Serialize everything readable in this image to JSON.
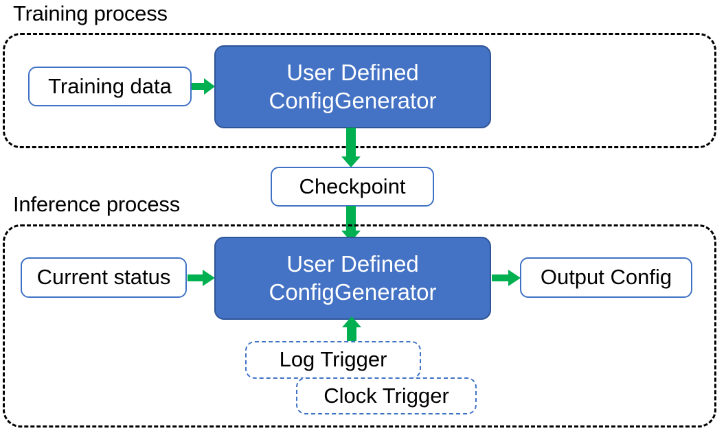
{
  "diagram": {
    "title_visible": false,
    "colors": {
      "accent_blue_fill": "#4472C4",
      "node_outline_blue": "#3F72C4",
      "arrow_green": "#00B050",
      "group_outline": "#000000",
      "text_dark": "#000000",
      "text_light": "#FFFFFF",
      "background": "#FFFFFF"
    },
    "sections": [
      {
        "id": "training",
        "label": "Training process"
      },
      {
        "id": "inference",
        "label": "Inference process"
      }
    ],
    "nodes": {
      "training_data": "Training data",
      "config_generator_training_line1": "User Defined",
      "config_generator_training_line2": "ConfigGenerator",
      "checkpoint": "Checkpoint",
      "current_status": "Current status",
      "config_generator_inference_line1": "User Defined",
      "config_generator_inference_line2": "ConfigGenerator",
      "output_config": "Output Config",
      "log_trigger": "Log Trigger",
      "clock_trigger": "Clock Trigger"
    },
    "edges": [
      {
        "id": "training-data-to-generator",
        "from": "Training data",
        "to": "User Defined ConfigGenerator",
        "direction": "right"
      },
      {
        "id": "generator-to-checkpoint",
        "from": "User Defined ConfigGenerator",
        "to": "Checkpoint",
        "direction": "down"
      },
      {
        "id": "checkpoint-to-inference-generator",
        "from": "Checkpoint",
        "to": "User Defined ConfigGenerator",
        "direction": "down"
      },
      {
        "id": "current-status-to-generator",
        "from": "Current status",
        "to": "User Defined ConfigGenerator",
        "direction": "right"
      },
      {
        "id": "generator-to-output-config",
        "from": "User Defined ConfigGenerator",
        "to": "Output Config",
        "direction": "right"
      },
      {
        "id": "triggers-to-generator",
        "from": "Log Trigger / Clock Trigger",
        "to": "User Defined ConfigGenerator",
        "direction": "up"
      }
    ]
  }
}
